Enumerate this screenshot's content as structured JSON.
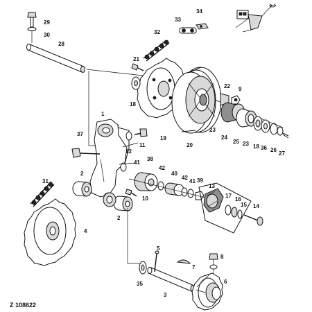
{
  "figure": {
    "code": "Z 108622"
  },
  "callouts": {
    "c29": "29",
    "c30": "30",
    "c28": "28",
    "c33": "33",
    "c34": "34",
    "c32": "32",
    "c21": "21",
    "c18": "18",
    "c22": "22",
    "c9": "9",
    "c1": "1",
    "c37": "37",
    "c12": "12",
    "c11": "11",
    "c19": "19",
    "c20": "20",
    "c23a": "23",
    "c24": "24",
    "c25": "25",
    "c23b": "23",
    "c18b": "18",
    "c36": "36",
    "c26": "26",
    "c27": "27",
    "c38": "38",
    "c41a": "41",
    "c42a": "42",
    "c40": "40",
    "c42b": "42",
    "c41b": "41",
    "c39": "39",
    "c13": "13",
    "c2a": "2",
    "c31": "31",
    "c10": "10",
    "c17": "17",
    "c16": "16",
    "c15": "15",
    "c14": "14",
    "c2b": "2",
    "c4": "4",
    "c5": "5",
    "c7": "7",
    "c8": "8",
    "c6": "6",
    "c35": "35",
    "c3": "3"
  }
}
